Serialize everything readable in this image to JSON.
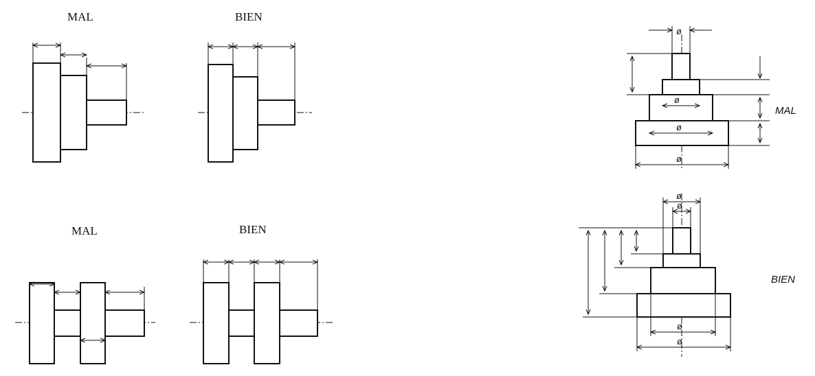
{
  "labels": {
    "wrong": "MAL",
    "right": "BIEN",
    "diameter_symbol": "ø"
  },
  "colors": {
    "ink": "#111111",
    "paper": "#ffffff"
  }
}
